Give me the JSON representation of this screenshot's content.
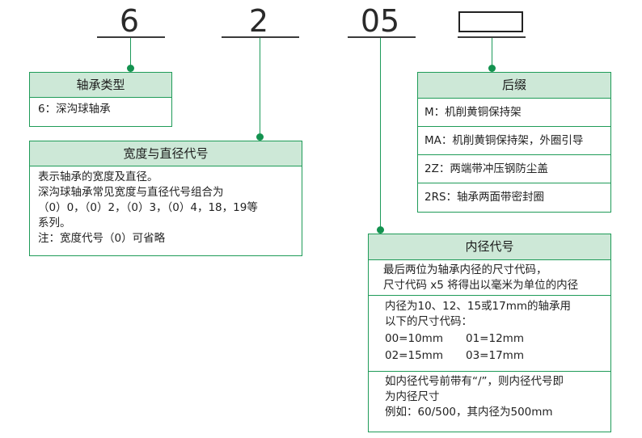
{
  "code": {
    "d1": "6",
    "d2": "2",
    "d3": "05"
  },
  "type_box": {
    "title": "轴承类型",
    "line": "6：深沟球轴承"
  },
  "width_box": {
    "title": "宽度与直径代号",
    "lines": [
      "表示轴承的宽度及直径。",
      "深沟球轴承常见宽度与直径代号组合为",
      "（0）0，（0）2，（0）3，（0）4，18，19等",
      "系列。",
      "注：宽度代号（0）可省略"
    ]
  },
  "suffix_box": {
    "title": "后缀",
    "items": [
      "M：机削黄铜保持架",
      "MA：机削黄铜保持架，外圈引导",
      "2Z：两端带冲压钢防尘盖",
      "2RS：轴承两面带密封圈"
    ]
  },
  "bore_box": {
    "title": "内径代号",
    "s1": [
      "最后两位为轴承内径的尺寸代码，",
      "尺寸代码 x5 将得出以毫米为单位的内径"
    ],
    "s2": [
      "内径为10、12、15或17mm的轴承用",
      "以下的尺寸代码："
    ],
    "codes": [
      [
        "00=10mm",
        "01=12mm"
      ],
      [
        "02=15mm",
        "03=17mm"
      ]
    ],
    "s3": [
      "如内径代号前带有“/”，则内径代号即",
      "为内径尺寸",
      "例如：60/500，其内径为500mm"
    ]
  }
}
